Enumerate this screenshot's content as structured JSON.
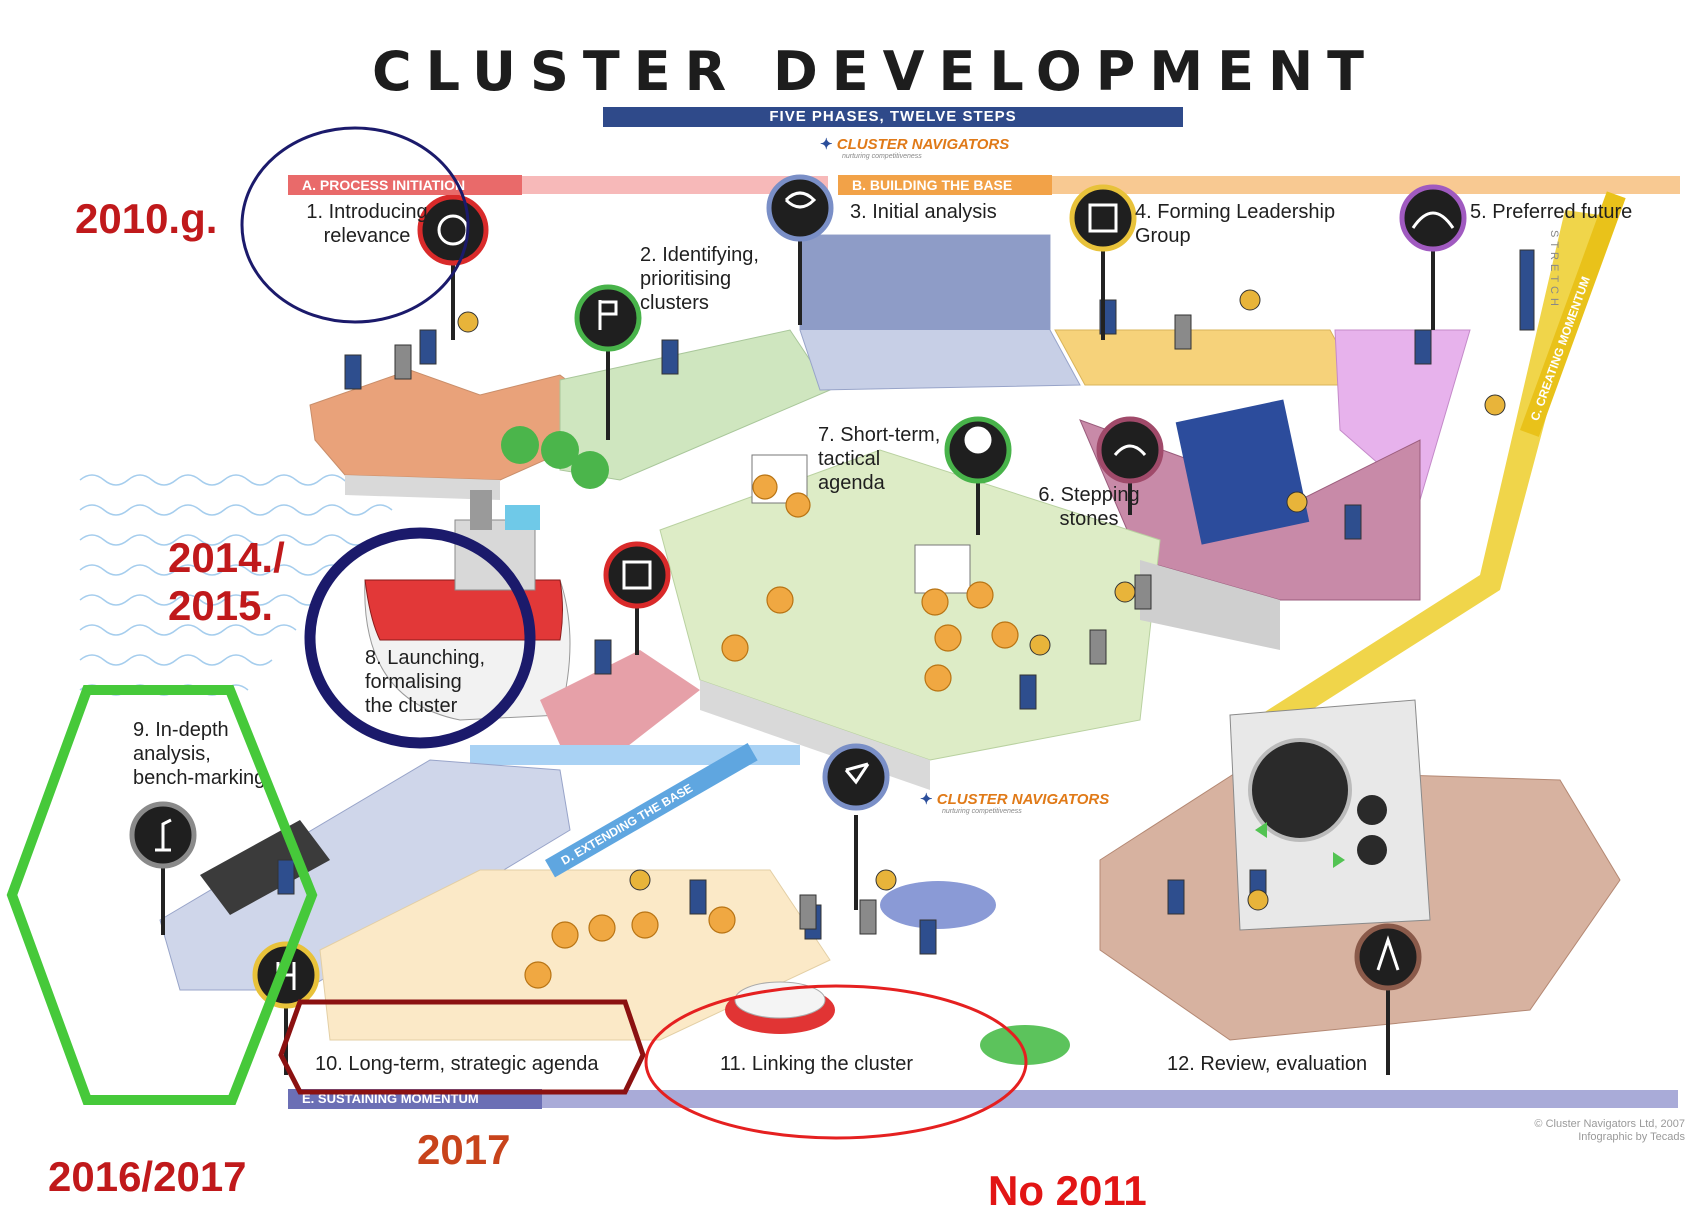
{
  "title": "CLUSTER DEVELOPMENT",
  "subtitle": "FIVE PHASES, TWELVE STEPS",
  "brand": {
    "name": "CLUSTER NAVIGATORS",
    "tagline": "nurturing competitiveness"
  },
  "phases": {
    "a": "A. PROCESS INITIATION",
    "b": "B. BUILDING THE BASE",
    "c": "C. CREATING MOMENTUM",
    "d": "D. EXTENDING THE BASE",
    "e": "E. SUSTAINING MOMENTUM"
  },
  "steps": {
    "s1": "1.  Introducing\nrelevance",
    "s2": "2.  Identifying,\nprioritising\nclusters",
    "s3": "3.  Initial analysis",
    "s4": "4.  Forming Leadership Group",
    "s5": "5.  Preferred future",
    "s6": "6.  Stepping\nstones",
    "s7": "7.  Short-term,\ntactical\nagenda",
    "s8": "8.  Launching,\nformalising\nthe cluster",
    "s9": "9.  In-depth\nanalysis,\nbench-marking",
    "s10": "10.  Long-term, strategic agenda",
    "s11": "11.  Linking the cluster",
    "s12": "12.  Review, evaluation"
  },
  "stretch_label": "STRETCH",
  "copyright": "© Cluster Navigators Ltd, 2007\nInfographic by Tecads",
  "annotations": {
    "y2010": "2010.g.",
    "y2014": "2014./\n2015.",
    "y2016": "2016/2017",
    "y2017": "2017",
    "no2011": "No 2011"
  },
  "colors": {
    "annotation_red": "#c0191b",
    "annotation_orange": "#c8431b",
    "navy_circle": "#1b1a6b",
    "green_hexagon": "#46c93a",
    "darkred_hexagon": "#8b1111",
    "red_ellipse": "#e52020",
    "phase_a": "#e96a6a",
    "phase_b": "#f2a248",
    "phase_c": "#e9c21a",
    "phase_d": "#5fa6e0",
    "phase_e": "#6b6fb5"
  }
}
